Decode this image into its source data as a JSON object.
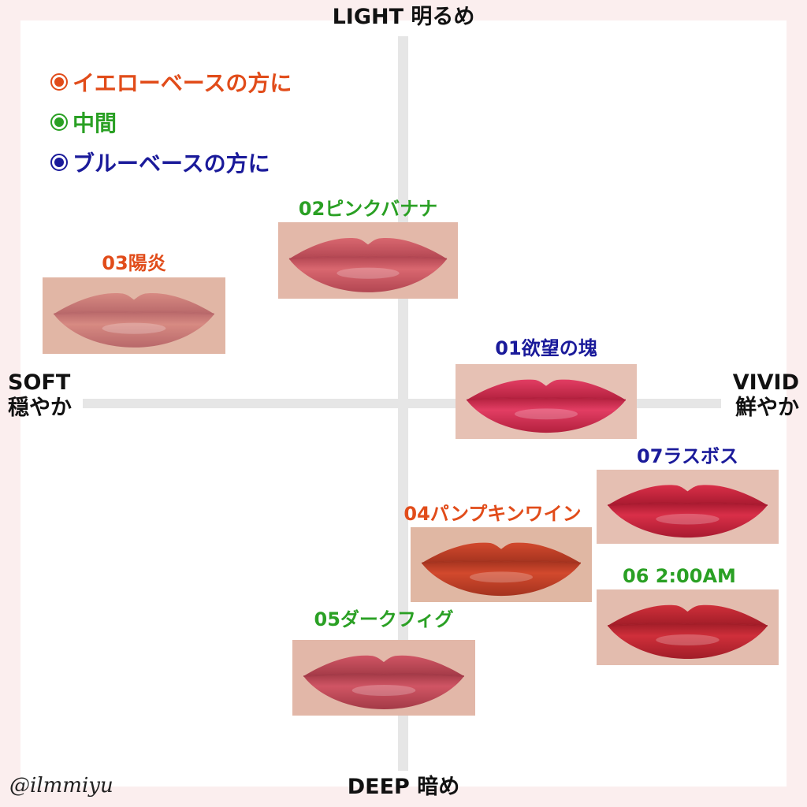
{
  "axes": {
    "top": "LIGHT 明るめ",
    "bottom": "DEEP 暗め",
    "left_en": "SOFT",
    "left_jp": "穏やか",
    "right_en": "VIVID",
    "right_jp": "鮮やか"
  },
  "legend": [
    {
      "label": "イエローベースの方に",
      "color": "#e14c1a"
    },
    {
      "label": "中間",
      "color": "#2aa024"
    },
    {
      "label": "ブルーベースの方に",
      "color": "#1a1a9a"
    }
  ],
  "swatches": [
    {
      "label": "02ピンクバナナ",
      "group": "中間",
      "color": "#2aa024",
      "skin": "#e3b8a9",
      "lip": "#d9676f",
      "lip_dark": "#b24652"
    },
    {
      "label": "03陽炎",
      "group": "イエローベースの方に",
      "color": "#e14c1a",
      "skin": "#e1b6a5",
      "lip": "#d78a82",
      "lip_dark": "#b8686a"
    },
    {
      "label": "01欲望の塊",
      "group": "ブルーベースの方に",
      "color": "#1a1a9a",
      "skin": "#e6c1b4",
      "lip": "#e23d63",
      "lip_dark": "#b3213e"
    },
    {
      "label": "07ラスボス",
      "group": "ブルーベースの方に",
      "color": "#1a1a9a",
      "skin": "#e5bfb2",
      "lip": "#d92f48",
      "lip_dark": "#a81a30"
    },
    {
      "label": "04パンプキンワイン",
      "group": "イエローベースの方に",
      "color": "#e14c1a",
      "skin": "#e0b7a3",
      "lip": "#d2492d",
      "lip_dark": "#a4331f"
    },
    {
      "label": "06 2:00AM",
      "group": "中間",
      "color": "#2aa024",
      "skin": "#e3bcae",
      "lip": "#cf2f3a",
      "lip_dark": "#a11d28"
    },
    {
      "label": "05ダークフィグ",
      "group": "中間",
      "color": "#2aa024",
      "skin": "#e2b7a8",
      "lip": "#d05564",
      "lip_dark": "#a33a47"
    }
  ],
  "credit": "@ilmmiyu"
}
